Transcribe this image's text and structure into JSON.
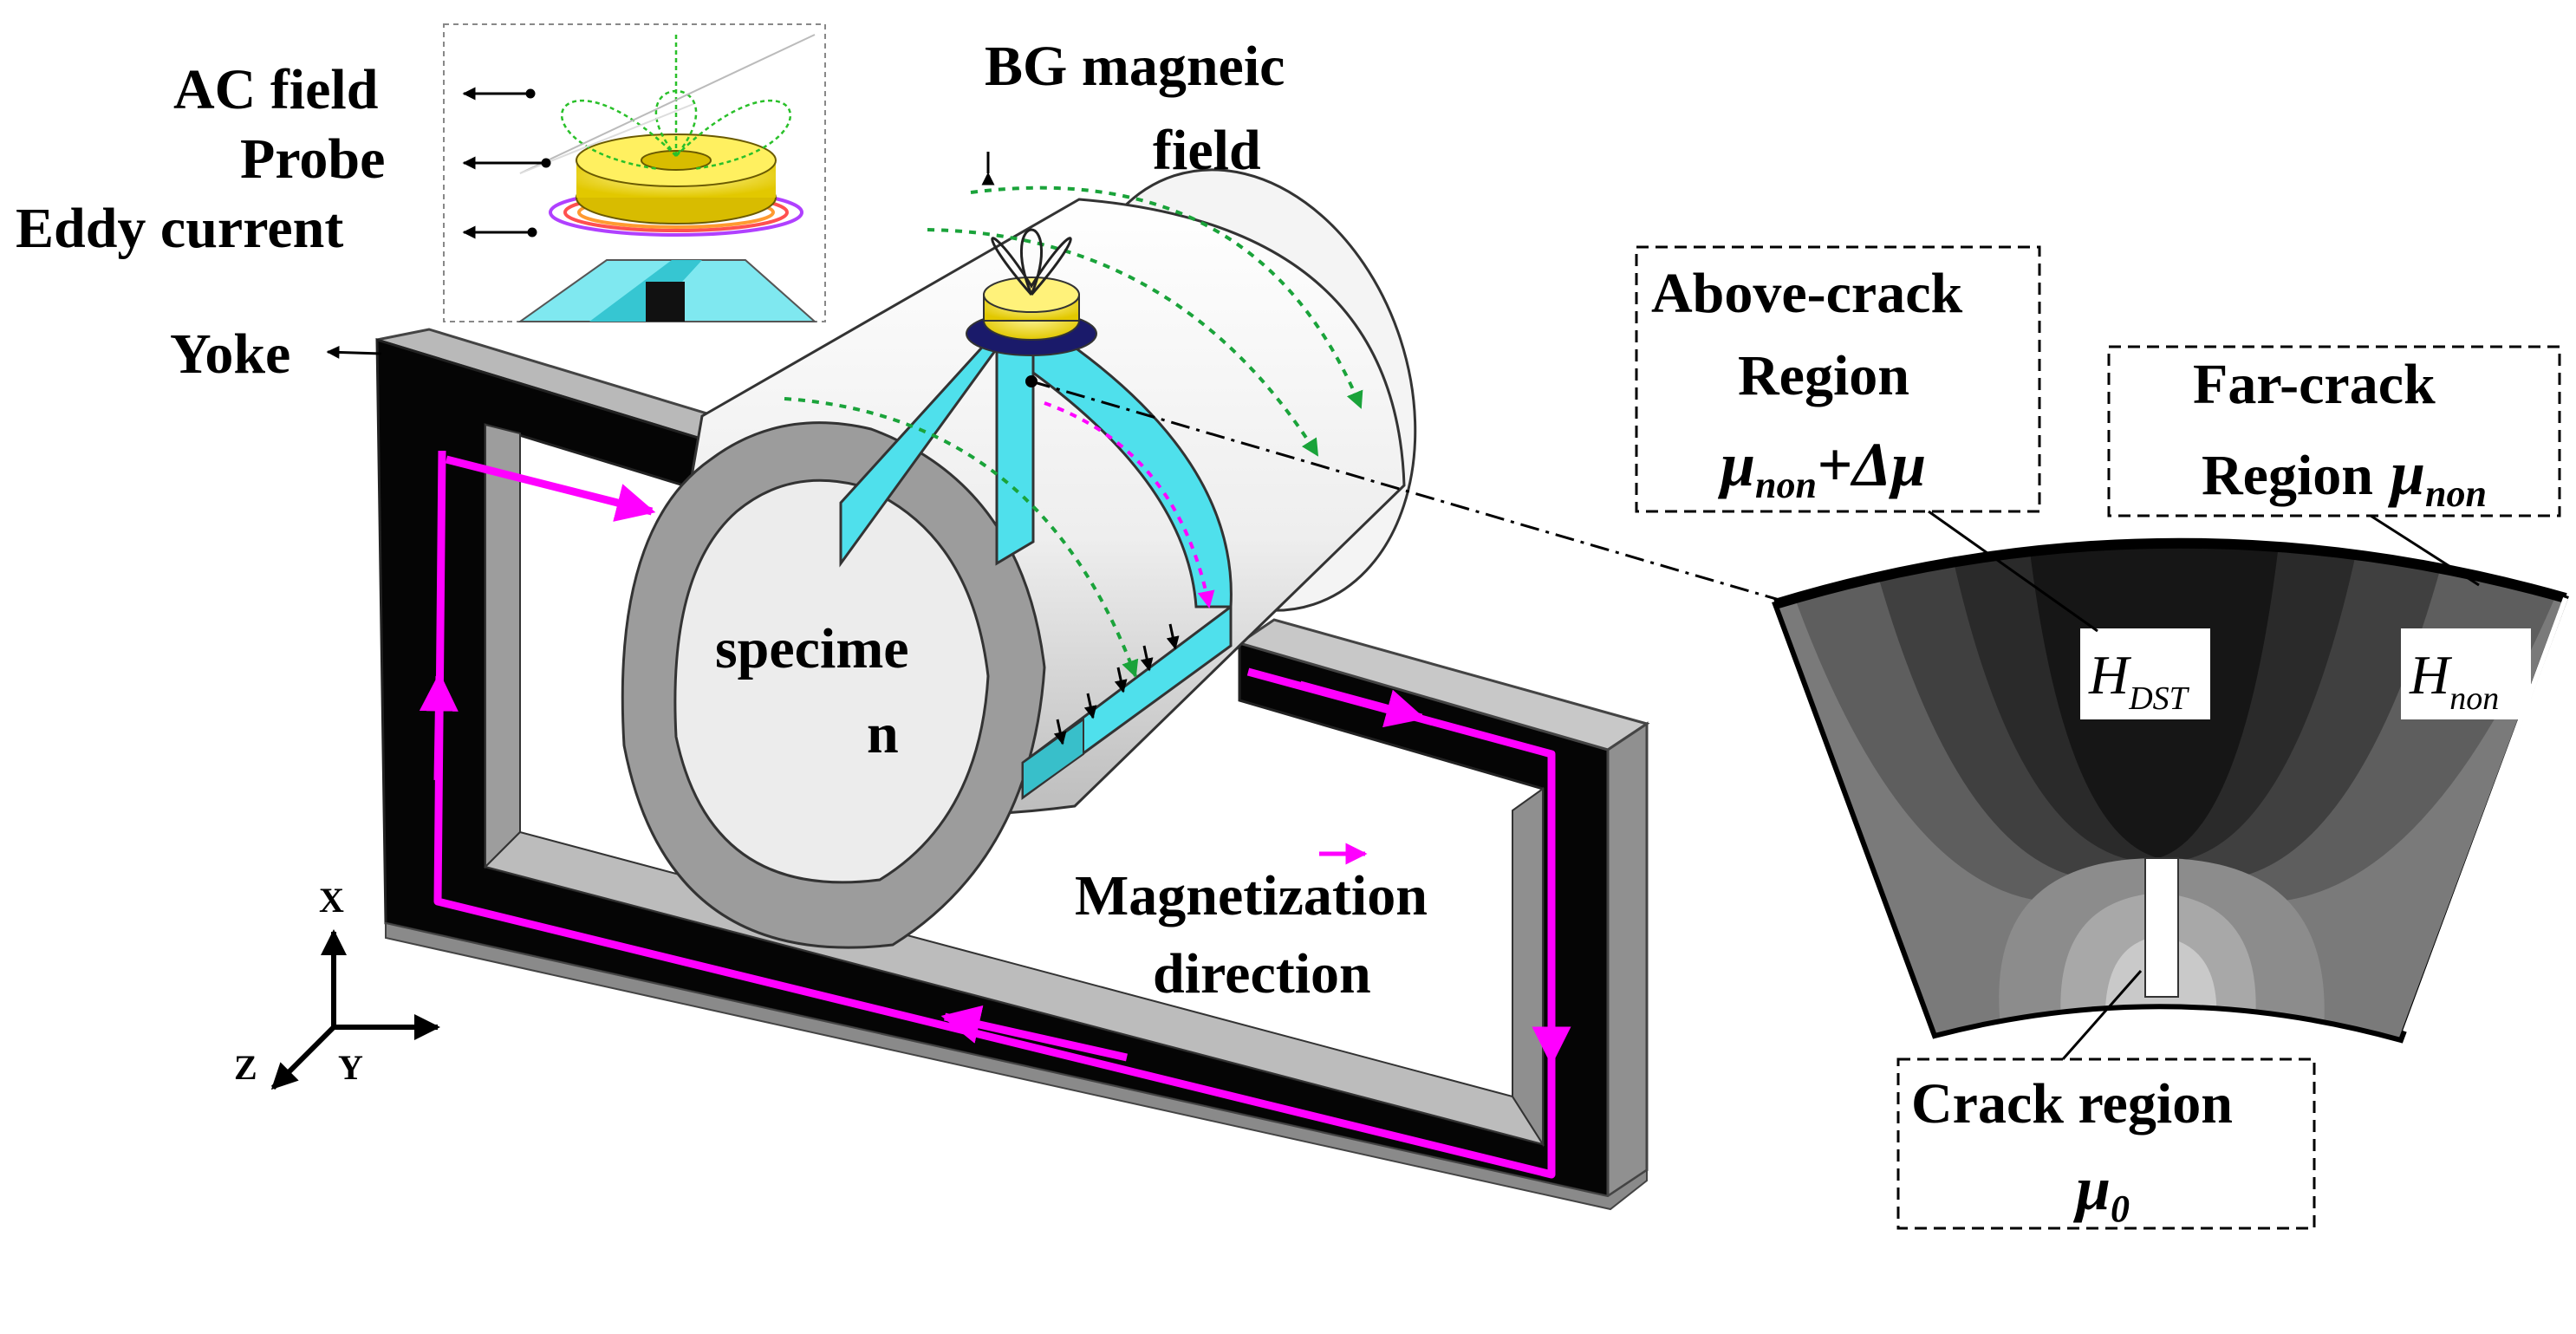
{
  "inset": {
    "ac_field": "AC field",
    "probe": "Probe",
    "eddy_current": "Eddy current"
  },
  "setup": {
    "bg_field_line1": "BG magneic",
    "bg_field_line2": "field",
    "yoke": "Yoke",
    "specimen_line1": "specime",
    "specimen_line2": "n",
    "magnetization_line1": "Magnetization",
    "magnetization_line2": "direction"
  },
  "axes": {
    "x": "X",
    "y": "Y",
    "z": "Z"
  },
  "regions": {
    "above_crack_line1": "Above-crack",
    "above_crack_line2": "Region",
    "above_crack_mu": "μ",
    "above_crack_mu_sub": "non",
    "above_crack_delta": "+Δμ",
    "far_crack_line1": "Far-crack",
    "far_crack_line2": "Region",
    "far_crack_mu": "μ",
    "far_crack_mu_sub": "non",
    "crack_line1": "Crack region",
    "crack_mu": "μ",
    "crack_mu_sub": "0",
    "h_dst": "H",
    "h_dst_sub": "DST",
    "h_non": "H",
    "h_non_sub": "non"
  },
  "colors": {
    "magnetization_arrow": "#ff00ff",
    "bg_field": "#1aa33a",
    "crack_face": "#4fe0ec",
    "probe": "#f3e21a"
  }
}
